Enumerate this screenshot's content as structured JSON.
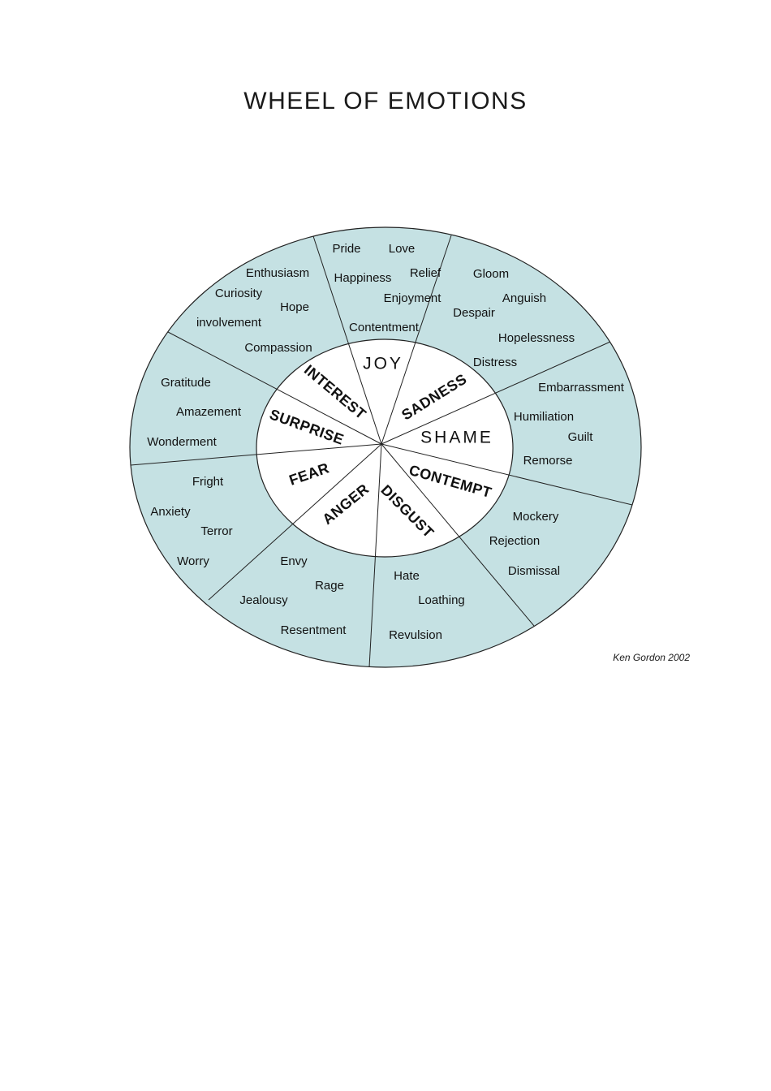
{
  "page": {
    "title": "WHEEL OF EMOTIONS",
    "credit": "Ken Gordon 2002"
  },
  "wheel": {
    "ring_color": "#c5e1e3",
    "outline_color": "#222222",
    "sectors": [
      {
        "label": "JOY",
        "words": [
          "Pride",
          "Love",
          "Happiness",
          "Relief",
          "Enjoyment",
          "Contentment"
        ]
      },
      {
        "label": "SADNESS",
        "words": [
          "Gloom",
          "Anguish",
          "Despair",
          "Hopelessness",
          "Distress"
        ]
      },
      {
        "label": "SHAME",
        "words": [
          "Embarrassment",
          "Humiliation",
          "Guilt",
          "Remorse"
        ]
      },
      {
        "label": "CONTEMPT",
        "words": [
          "Mockery",
          "Rejection",
          "Dismissal"
        ]
      },
      {
        "label": "DISGUST",
        "words": [
          "Hate",
          "Loathing",
          "Revulsion"
        ]
      },
      {
        "label": "ANGER",
        "words": [
          "Envy",
          "Rage",
          "Jealousy",
          "Resentment"
        ]
      },
      {
        "label": "FEAR",
        "words": [
          "Fright",
          "Anxiety",
          "Terror",
          "Worry"
        ]
      },
      {
        "label": "SURPRISE",
        "words": [
          "Gratitude",
          "Amazement",
          "Wonderment"
        ]
      },
      {
        "label": "INTEREST",
        "words": [
          "Enthusiasm",
          "Curiosity",
          "Hope",
          "involvement",
          "Compassion"
        ]
      }
    ]
  }
}
